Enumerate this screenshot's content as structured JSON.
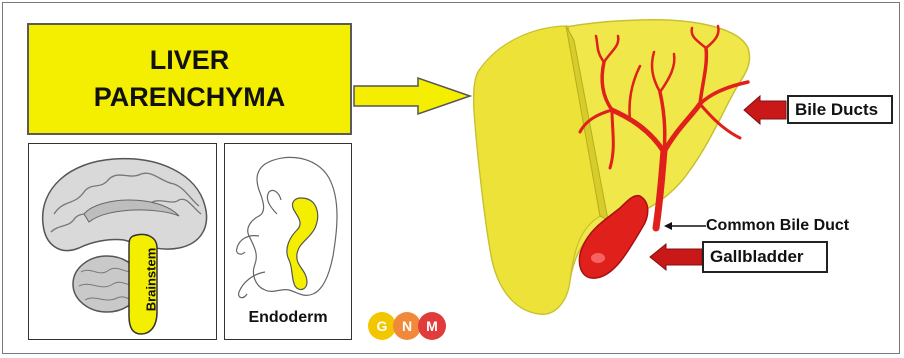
{
  "title": {
    "line1": "LIVER",
    "line2": "PARENCHYMA"
  },
  "labels": {
    "brainstem": "Brainstem",
    "endoderm": "Endoderm",
    "bile_ducts": "Bile Ducts",
    "common_bile_duct": "Common Bile Duct",
    "gallbladder": "Gallbladder"
  },
  "logo": {
    "letters": [
      "G",
      "N",
      "M"
    ],
    "colors": [
      "#f2c700",
      "#f08a3a",
      "#e23b3b"
    ]
  },
  "colors": {
    "yellow": "#f4ee00",
    "liver": "#f0e84a",
    "ducts": "#e0201a",
    "arrow": "#c81818"
  }
}
